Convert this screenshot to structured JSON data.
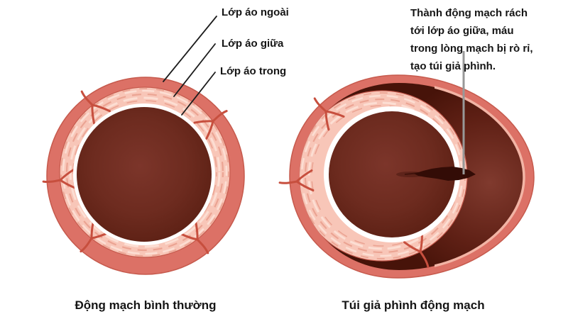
{
  "title": "Pseudoaneurysm artery diagram (Vietnamese)",
  "background": "#ffffff",
  "colors": {
    "background": "#ffffff",
    "text": "#151515",
    "outer_wall": "#dc7166",
    "wall_edge": "#c65a4d",
    "media": "#f8c6b8",
    "media_texture_dark": "#eba493",
    "media_texture_light": "#fcded3",
    "intima": "#ffffff",
    "lumen_center": "#7c352a",
    "lumen_mid": "#6d2b1f",
    "lumen_edge": "#4f150c",
    "vasa": "#c74f3e",
    "sac_center": "#803a2e",
    "sac_mid": "#5f2015",
    "sac_edge": "#471309",
    "rim_light": "#f2b4a5",
    "crack": "#330c06",
    "label_line": "#1c1c1c",
    "pointer_line": "#989898"
  },
  "left_figure": {
    "caption": "Động mạch bình thường",
    "labels": [
      {
        "text": "Lớp áo ngoài"
      },
      {
        "text": "Lớp áo giữa"
      },
      {
        "text": "Lớp áo trong"
      }
    ]
  },
  "right_figure": {
    "caption": "Túi giả phình động mạch",
    "annotation_lines": [
      "Thành động mạch rách",
      "tới lớp áo giữa, máu",
      "trong lòng mạch bị rò rỉ,",
      "tạo túi giả phình."
    ]
  }
}
